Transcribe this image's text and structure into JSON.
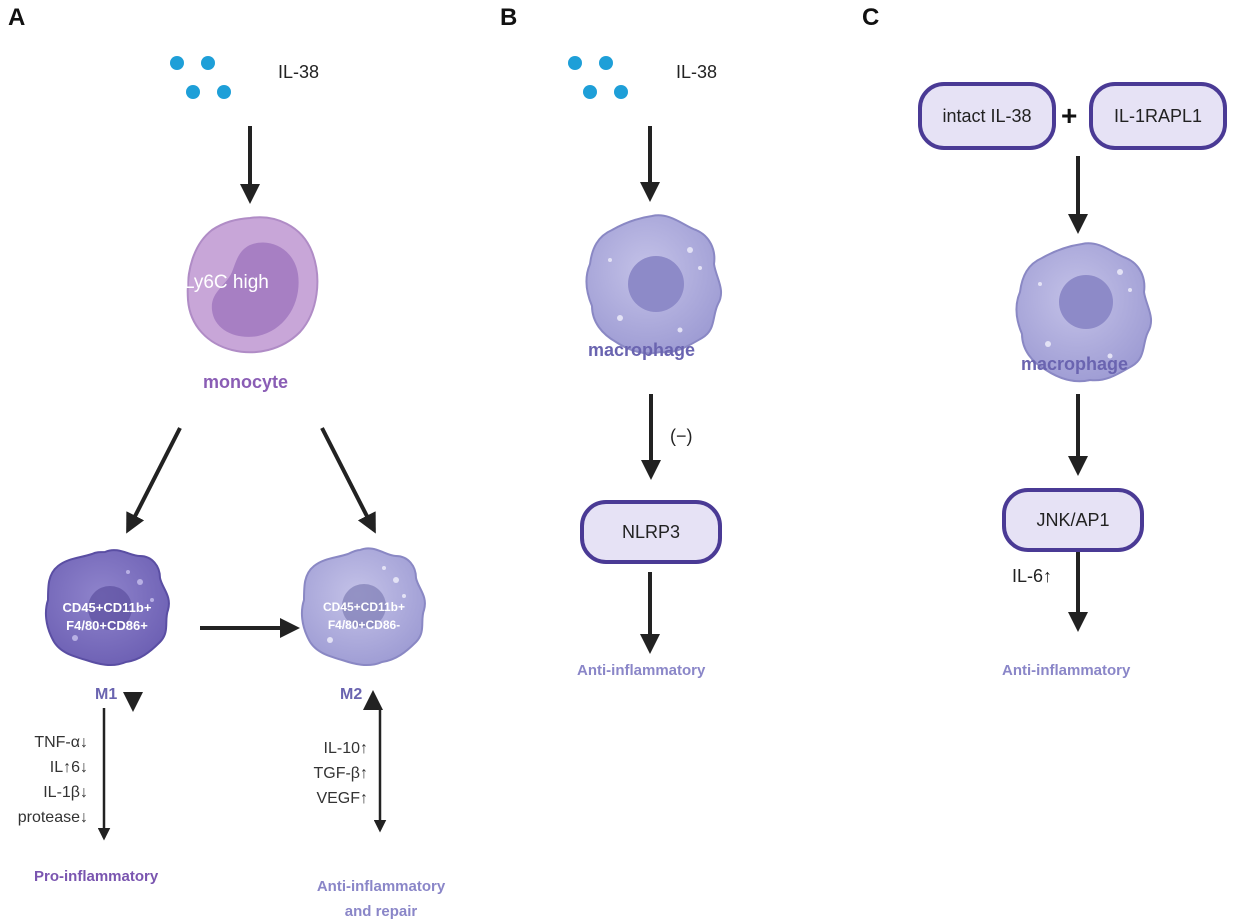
{
  "panels": {
    "a": {
      "letter": "A",
      "ligand_label": "IL-38",
      "monocyte_inner": "Ly6C high",
      "monocyte_label": "monocyte",
      "m1_markers_line1": "CD45+CD11b+",
      "m1_markers_line2": "F4/80+CD86+",
      "m2_markers_line1": "CD45+CD11b+",
      "m2_markers_line2": "F4/80+CD86-",
      "m1_label": "M1",
      "m2_label": "M2",
      "m1_cytokines": [
        "TNF-α↓",
        "IL↑6↓",
        "IL-1β↓",
        "protease↓"
      ],
      "m2_cytokines": [
        "IL-10↑",
        "TGF-β↑",
        "VEGF↑"
      ],
      "m1_outcome": "Pro-inflammatory",
      "m2_outcome_line1": "Anti-inflammatory",
      "m2_outcome_line2": "and repair"
    },
    "b": {
      "letter": "B",
      "ligand_label": "IL-38",
      "cell_label": "macrophage",
      "inhibit_label": "(−)",
      "target": "NLRP3",
      "outcome": "Anti-inflammatory"
    },
    "c": {
      "letter": "C",
      "ligand": "intact IL-38",
      "plus": "+",
      "receptor": "IL-1RAPL1",
      "cell_label": "macrophage",
      "pathway": "JNK/AP1",
      "effect": "IL-6↑",
      "outcome": "Anti-inflammatory"
    }
  },
  "colors": {
    "arrow": "#222222",
    "dots": "#1e9fd8",
    "monocyte": "#c8a6d8",
    "m1": "#7e72c0",
    "macrophage": "#a9a7da",
    "pill_border": "#4a3a95",
    "pill_fill": "#e6e2f5",
    "pink_text": "#8a5db5",
    "blue_text": "#6a64b0",
    "outcome_a": "#7a55b0",
    "outcome_bc": "#8a86c8"
  }
}
